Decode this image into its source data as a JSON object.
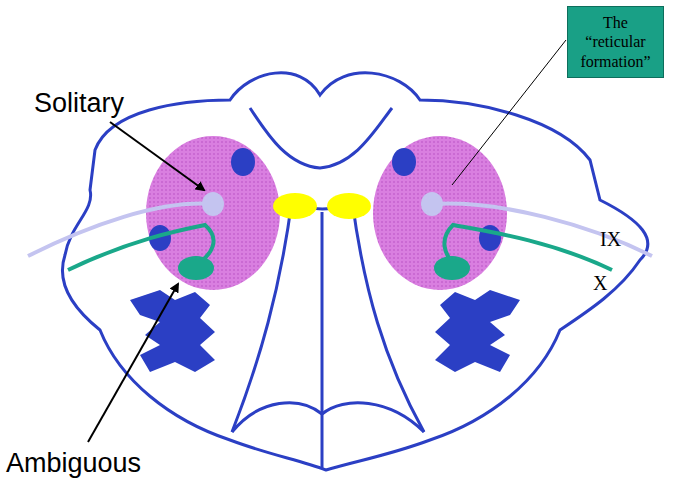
{
  "diagram": {
    "nodes": [
      {
        "text": [
          "The “reticular formation”"
        ]
      }
    ],
    "labels": [
      "Solitary",
      "Ambiguous",
      "IX",
      "X"
    ]
  }
}
